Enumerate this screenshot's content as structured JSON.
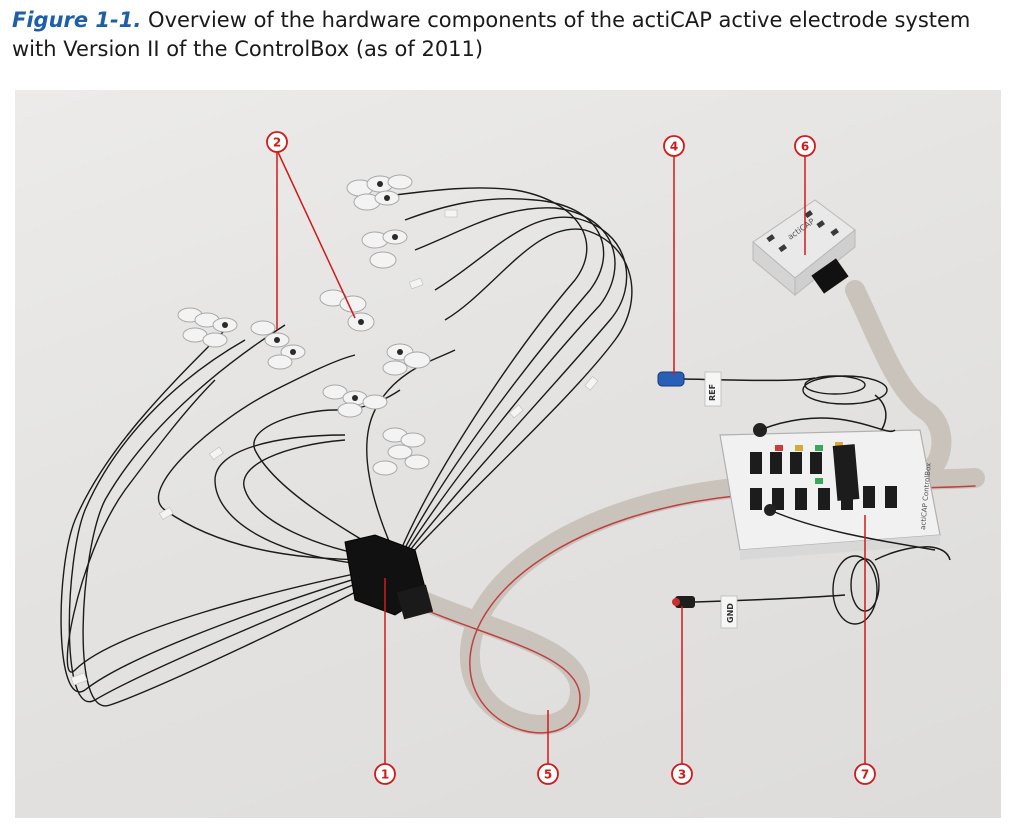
{
  "figure": {
    "label": "Figure 1-1.",
    "text": " Overview of the hardware components of the actiCAP active electrode system with Version II of the ControlBox (as of 2011)"
  },
  "callouts": [
    "1",
    "2",
    "3",
    "4",
    "5",
    "6",
    "7"
  ],
  "photo_labels": {
    "ref": "REF",
    "gnd": "GND",
    "splitter_box": "actiCAP",
    "control_box": "actiCAP ControlBox"
  },
  "colors": {
    "callout_red": "#d11a1a",
    "caption_blue": "#1f5fa6",
    "ribbon_cable": "#c9c3bc",
    "ribbon_stripe": "#c04040",
    "wires": "#1b1b1b",
    "ref_plug": "#2a5fb8"
  }
}
